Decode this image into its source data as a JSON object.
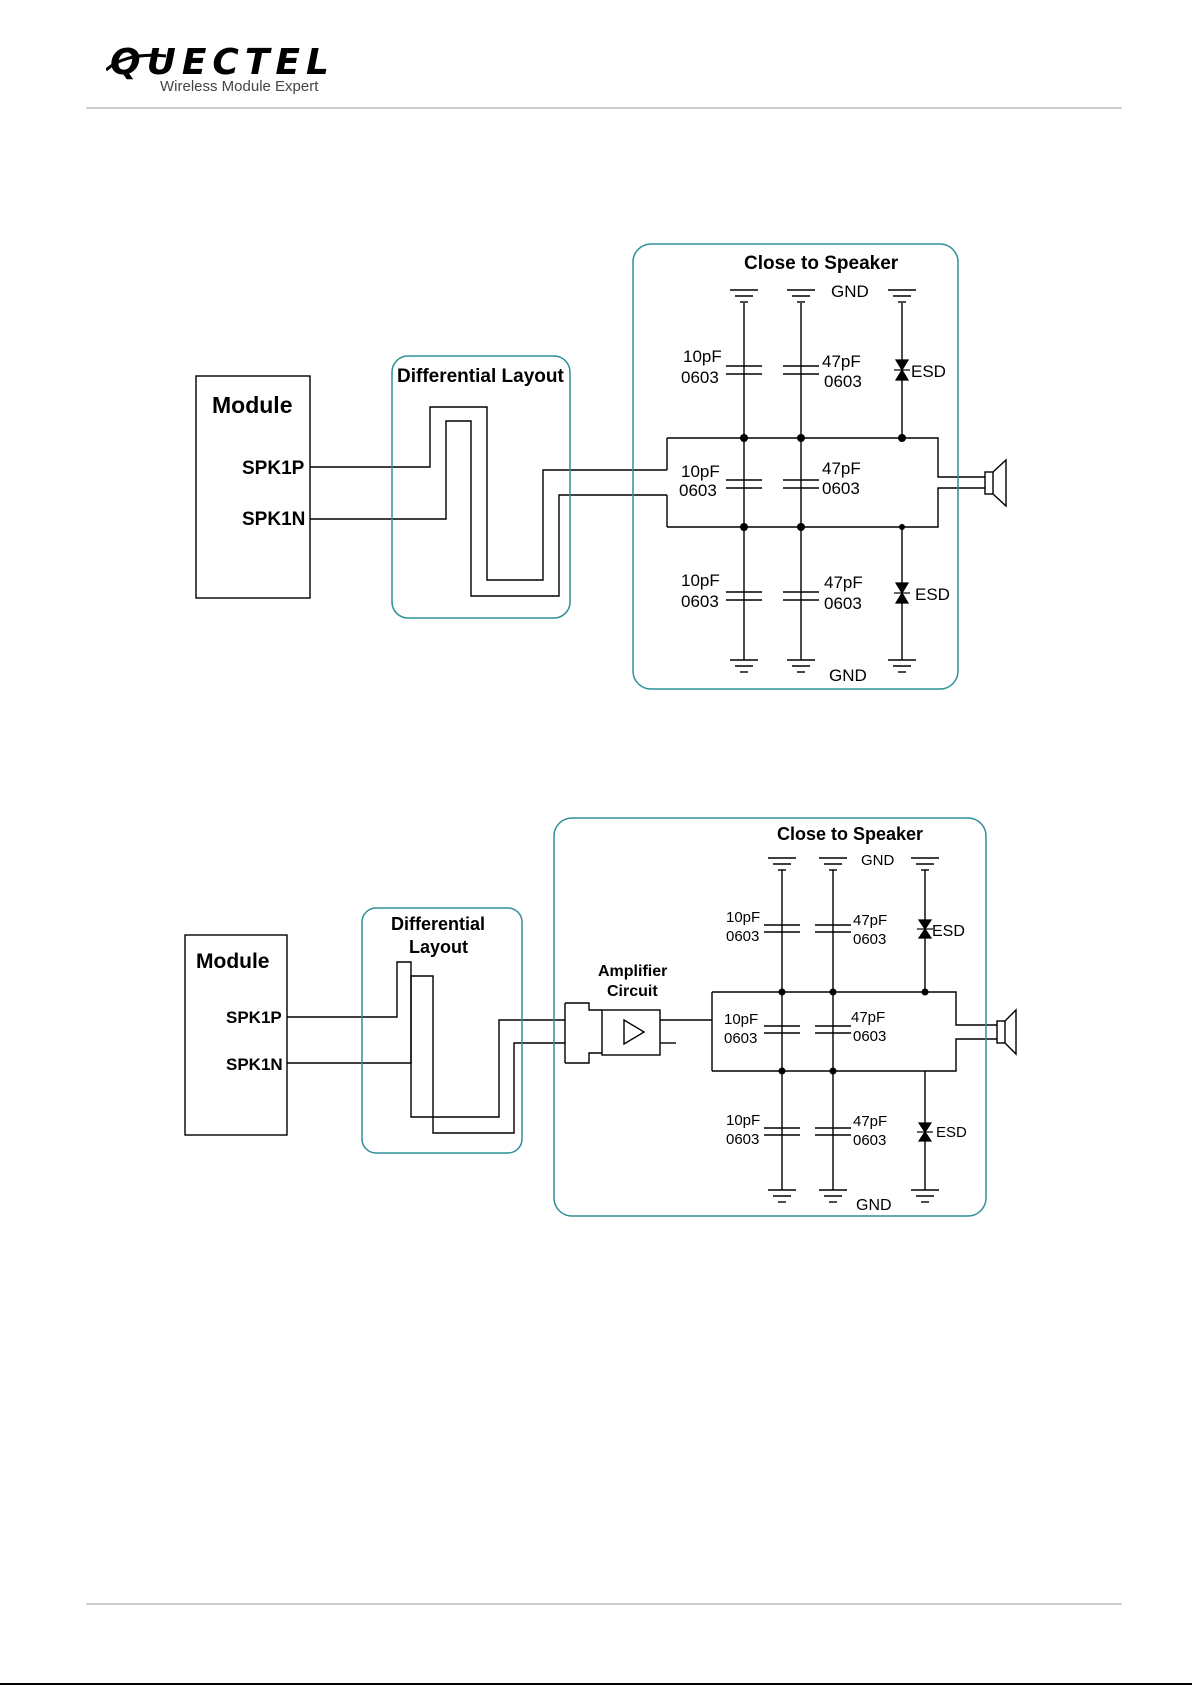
{
  "header": {
    "brand": "QUECTEL",
    "tagline": "Wireless Module Expert"
  },
  "colors": {
    "region_outline": "#2e8f9a",
    "rule": "#cfcfcf"
  },
  "diagram1": {
    "module_label": "Module",
    "spk_p": "SPK1P",
    "spk_n": "SPK1N",
    "diff_layout_label": "Differential Layout",
    "close_label": "Close to Speaker",
    "gnd_top": "GND",
    "gnd_bottom": "GND",
    "cap_top_left": [
      "10pF",
      "0603"
    ],
    "cap_top_right": [
      "47pF",
      "0603"
    ],
    "cap_mid_left": [
      "10pF",
      "0603"
    ],
    "cap_mid_right": [
      "47pF",
      "0603"
    ],
    "cap_bot_left": [
      "10pF",
      "0603"
    ],
    "cap_bot_right": [
      "47pF",
      "0603"
    ],
    "esd_top": "ESD",
    "esd_bottom": "ESD",
    "speaker_icon": "speaker-icon"
  },
  "diagram2": {
    "module_label": "Module",
    "spk_p": "SPK1P",
    "spk_n": "SPK1N",
    "diff_layout_line1": "Differential",
    "diff_layout_line2": "Layout",
    "amp_line1": "Amplifier",
    "amp_line2": "Circuit",
    "close_label": "Close to Speaker",
    "gnd_top": "GND",
    "gnd_bottom": "GND",
    "cap_top_left": [
      "10pF",
      "0603"
    ],
    "cap_top_right": [
      "47pF",
      "0603"
    ],
    "cap_mid_left": [
      "10pF",
      "0603"
    ],
    "cap_mid_right": [
      "47pF",
      "0603"
    ],
    "cap_bot_left": [
      "10pF",
      "0603"
    ],
    "cap_bot_right": [
      "47pF",
      "0603"
    ],
    "esd_top": "ESD",
    "esd_bottom": "ESD",
    "amplifier_icon": "amplifier-triangle-icon",
    "speaker_icon": "speaker-icon"
  }
}
